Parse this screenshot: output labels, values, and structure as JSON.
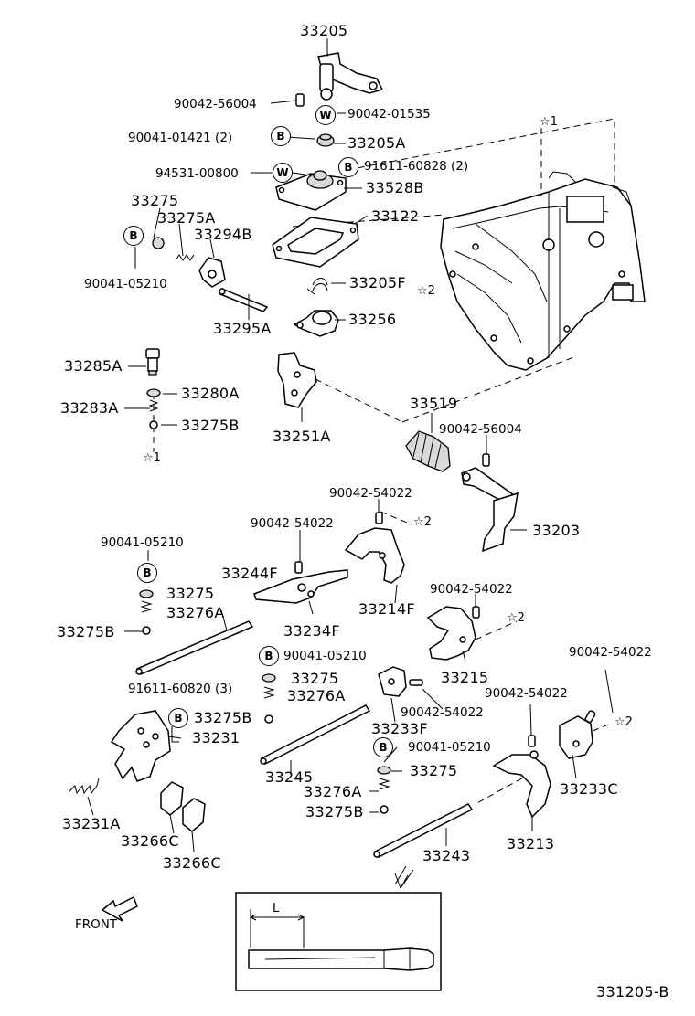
{
  "labels": {
    "p33205": "33205",
    "p90042_56004a": "90042-56004",
    "p90042_01535": "90042-01535",
    "p90041_01421": "90041-01421 (2)",
    "p33205A": "33205A",
    "p94531_00800": "94531-00800",
    "p91611_60828": "91611-60828 (2)",
    "p33528B": "33528B",
    "p33275a": "33275",
    "p33275A": "33275A",
    "p33122": "33122",
    "p33294B": "33294B",
    "p90041_05210a": "90041-05210",
    "p33205F": "33205F",
    "p33295A": "33295A",
    "p33256": "33256",
    "p33285A": "33285A",
    "p33280A": "33280A",
    "p33283A": "33283A",
    "p33275Ba": "33275B",
    "p33251A": "33251A",
    "p33519": "33519",
    "p90042_56004b": "90042-56004",
    "p90042_54022a": "90042-54022",
    "p90042_54022b": "90042-54022",
    "p33203": "33203",
    "p90041_05210b": "90041-05210",
    "p33244F": "33244F",
    "p33275b": "33275",
    "p33276Aa": "33276A",
    "p33214F": "33214F",
    "p33275Bb": "33275B",
    "p33234F": "33234F",
    "p90042_54022c": "90042-54022",
    "p90042_54022d": "90042-54022",
    "p90041_05210c": "90041-05210",
    "p33215": "33215",
    "p33275c": "33275",
    "p33276Ab": "33276A",
    "p91611_60820": "91611-60820 (3)",
    "p33275Bc": "33275B",
    "p90042_54022e": "90042-54022",
    "p33231": "33231",
    "p33233F": "33233F",
    "p90042_54022f": "90042-54022",
    "p90041_05210d": "90041-05210",
    "p33245": "33245",
    "p33275d": "33275",
    "p33233C": "33233C",
    "p33276Ac": "33276A",
    "p33231A": "33231A",
    "p33275Bd": "33275B",
    "p33213": "33213",
    "p33266Ca": "33266C",
    "p33243": "33243",
    "p33266Cb": "33266C",
    "front": "FRONT",
    "dim_l": "L",
    "figure_code": "331205-B"
  },
  "badges": {
    "w": "W",
    "b": "B"
  },
  "stars": {
    "s1": "☆1",
    "s2": "☆2"
  }
}
